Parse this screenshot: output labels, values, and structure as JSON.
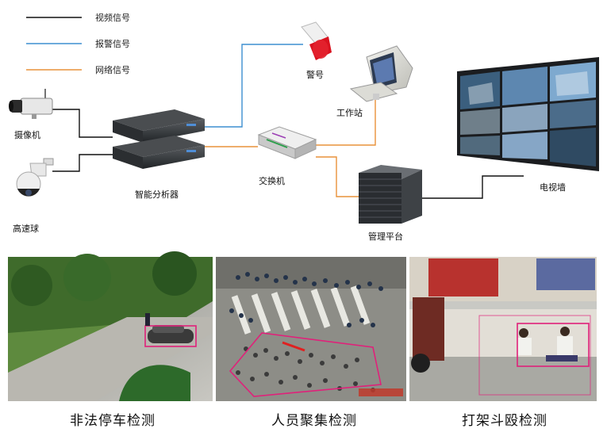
{
  "legend": [
    {
      "label": "视频信号",
      "color": "#111111"
    },
    {
      "label": "报警信号",
      "color": "#3d8fd0"
    },
    {
      "label": "网络信号",
      "color": "#e9923a"
    }
  ],
  "devices": {
    "camera": "摄像机",
    "dome": "高速球",
    "analyzer": "智能分析器",
    "alarm": "警号",
    "workstation": "工作站",
    "switch": "交换机",
    "platform": "管理平台",
    "videowall": "电视墙"
  },
  "scenes": [
    {
      "caption": "非法停车检测"
    },
    {
      "caption": "人员聚集检测"
    },
    {
      "caption": "打架斗殴检测"
    }
  ],
  "colors": {
    "video": "#111111",
    "alarm": "#3d8fd0",
    "network": "#e9923a",
    "detect": "#e0217a"
  }
}
